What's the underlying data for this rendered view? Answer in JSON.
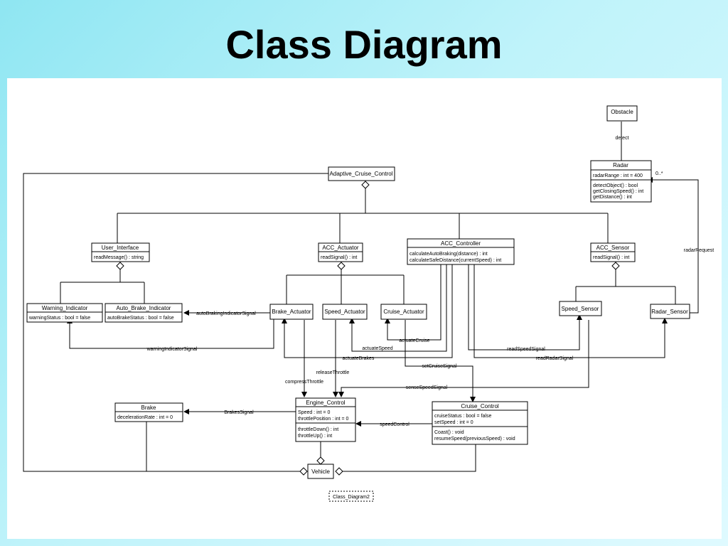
{
  "slide": {
    "title": "Class Diagram"
  },
  "diagram": {
    "classes": {
      "obstacle": {
        "name": "Obstacle"
      },
      "radar": {
        "name": "Radar",
        "attributes": [
          "radarRange : int = 400"
        ],
        "operations": [
          "detectObject() : bool",
          "getClosingSpeed() : int",
          "getDistance() : int"
        ]
      },
      "adaptive_cruise_control": {
        "name": "Adaptive_Cruise_Control"
      },
      "user_interface": {
        "name": "User_Interface",
        "operations": [
          "readMessage() : string"
        ]
      },
      "acc_actuator": {
        "name": "ACC_Actuator",
        "operations": [
          "readSignal() : int"
        ]
      },
      "acc_controller": {
        "name": "ACC_Controller",
        "operations": [
          "calculateAutoBraking(distance) : int",
          "calculateSafeDistance(currentSpeed) : int"
        ]
      },
      "acc_sensor": {
        "name": "ACC_Sensor",
        "operations": [
          "readSignal() : int"
        ]
      },
      "warning_indicator": {
        "name": "Warning_Indicator",
        "attributes": [
          "warningStatus : bool = false"
        ]
      },
      "auto_brake_indicator": {
        "name": "Auto_Brake_Indicator",
        "attributes": [
          "autoBrakeStatus : bool = false"
        ]
      },
      "brake_actuator": {
        "name": "Brake_Actuator"
      },
      "speed_actuator": {
        "name": "Speed_Actuator"
      },
      "cruise_actuator": {
        "name": "Cruise_Actuator"
      },
      "speed_sensor": {
        "name": "Speed_Sensor"
      },
      "radar_sensor": {
        "name": "Radar_Sensor"
      },
      "brake": {
        "name": "Brake",
        "attributes": [
          "decelerationRate : int = 0"
        ]
      },
      "engine_control": {
        "name": "Engine_Control",
        "attributes": [
          "Speed : int = 0",
          "throttlePosition : int = 0"
        ],
        "operations": [
          "throttleDown() : int",
          "throttleUp() : int"
        ]
      },
      "cruise_control": {
        "name": "Cruise_Control",
        "attributes": [
          "cruiseStatus : bool = false",
          "setSpeed : int = 0"
        ],
        "operations": [
          "Coast() : void",
          "resumeSpeed(previousSpeed) : void"
        ]
      },
      "vehicle": {
        "name": "Vehicle"
      }
    },
    "labels": {
      "detect": "detect",
      "multiplicity": "0..*",
      "radar_request": "radarRequest",
      "auto_braking_indicator_signal": "autoBrakingIndicatorSignal",
      "warning_indicator_signal": "warningIndicatorSignal",
      "actuate_cruise": "actuateCruise",
      "actuate_speed": "actuateSpeed",
      "actuate_brakes": "actuateBrakes",
      "read_speed_signal": "readSpeedSignal",
      "read_radar_signal": "readRadarSignal",
      "set_cruise_signal": "setCruiseSignal",
      "release_throttle": "releaseThrottle",
      "compress_throttle": "compressThrottle",
      "sense_speed_signal": "senseSpeedSignal",
      "brakes_signal": "BrakesSignal",
      "speed_control": "speedControl"
    },
    "diagram_name": "Class_Diagram2"
  }
}
